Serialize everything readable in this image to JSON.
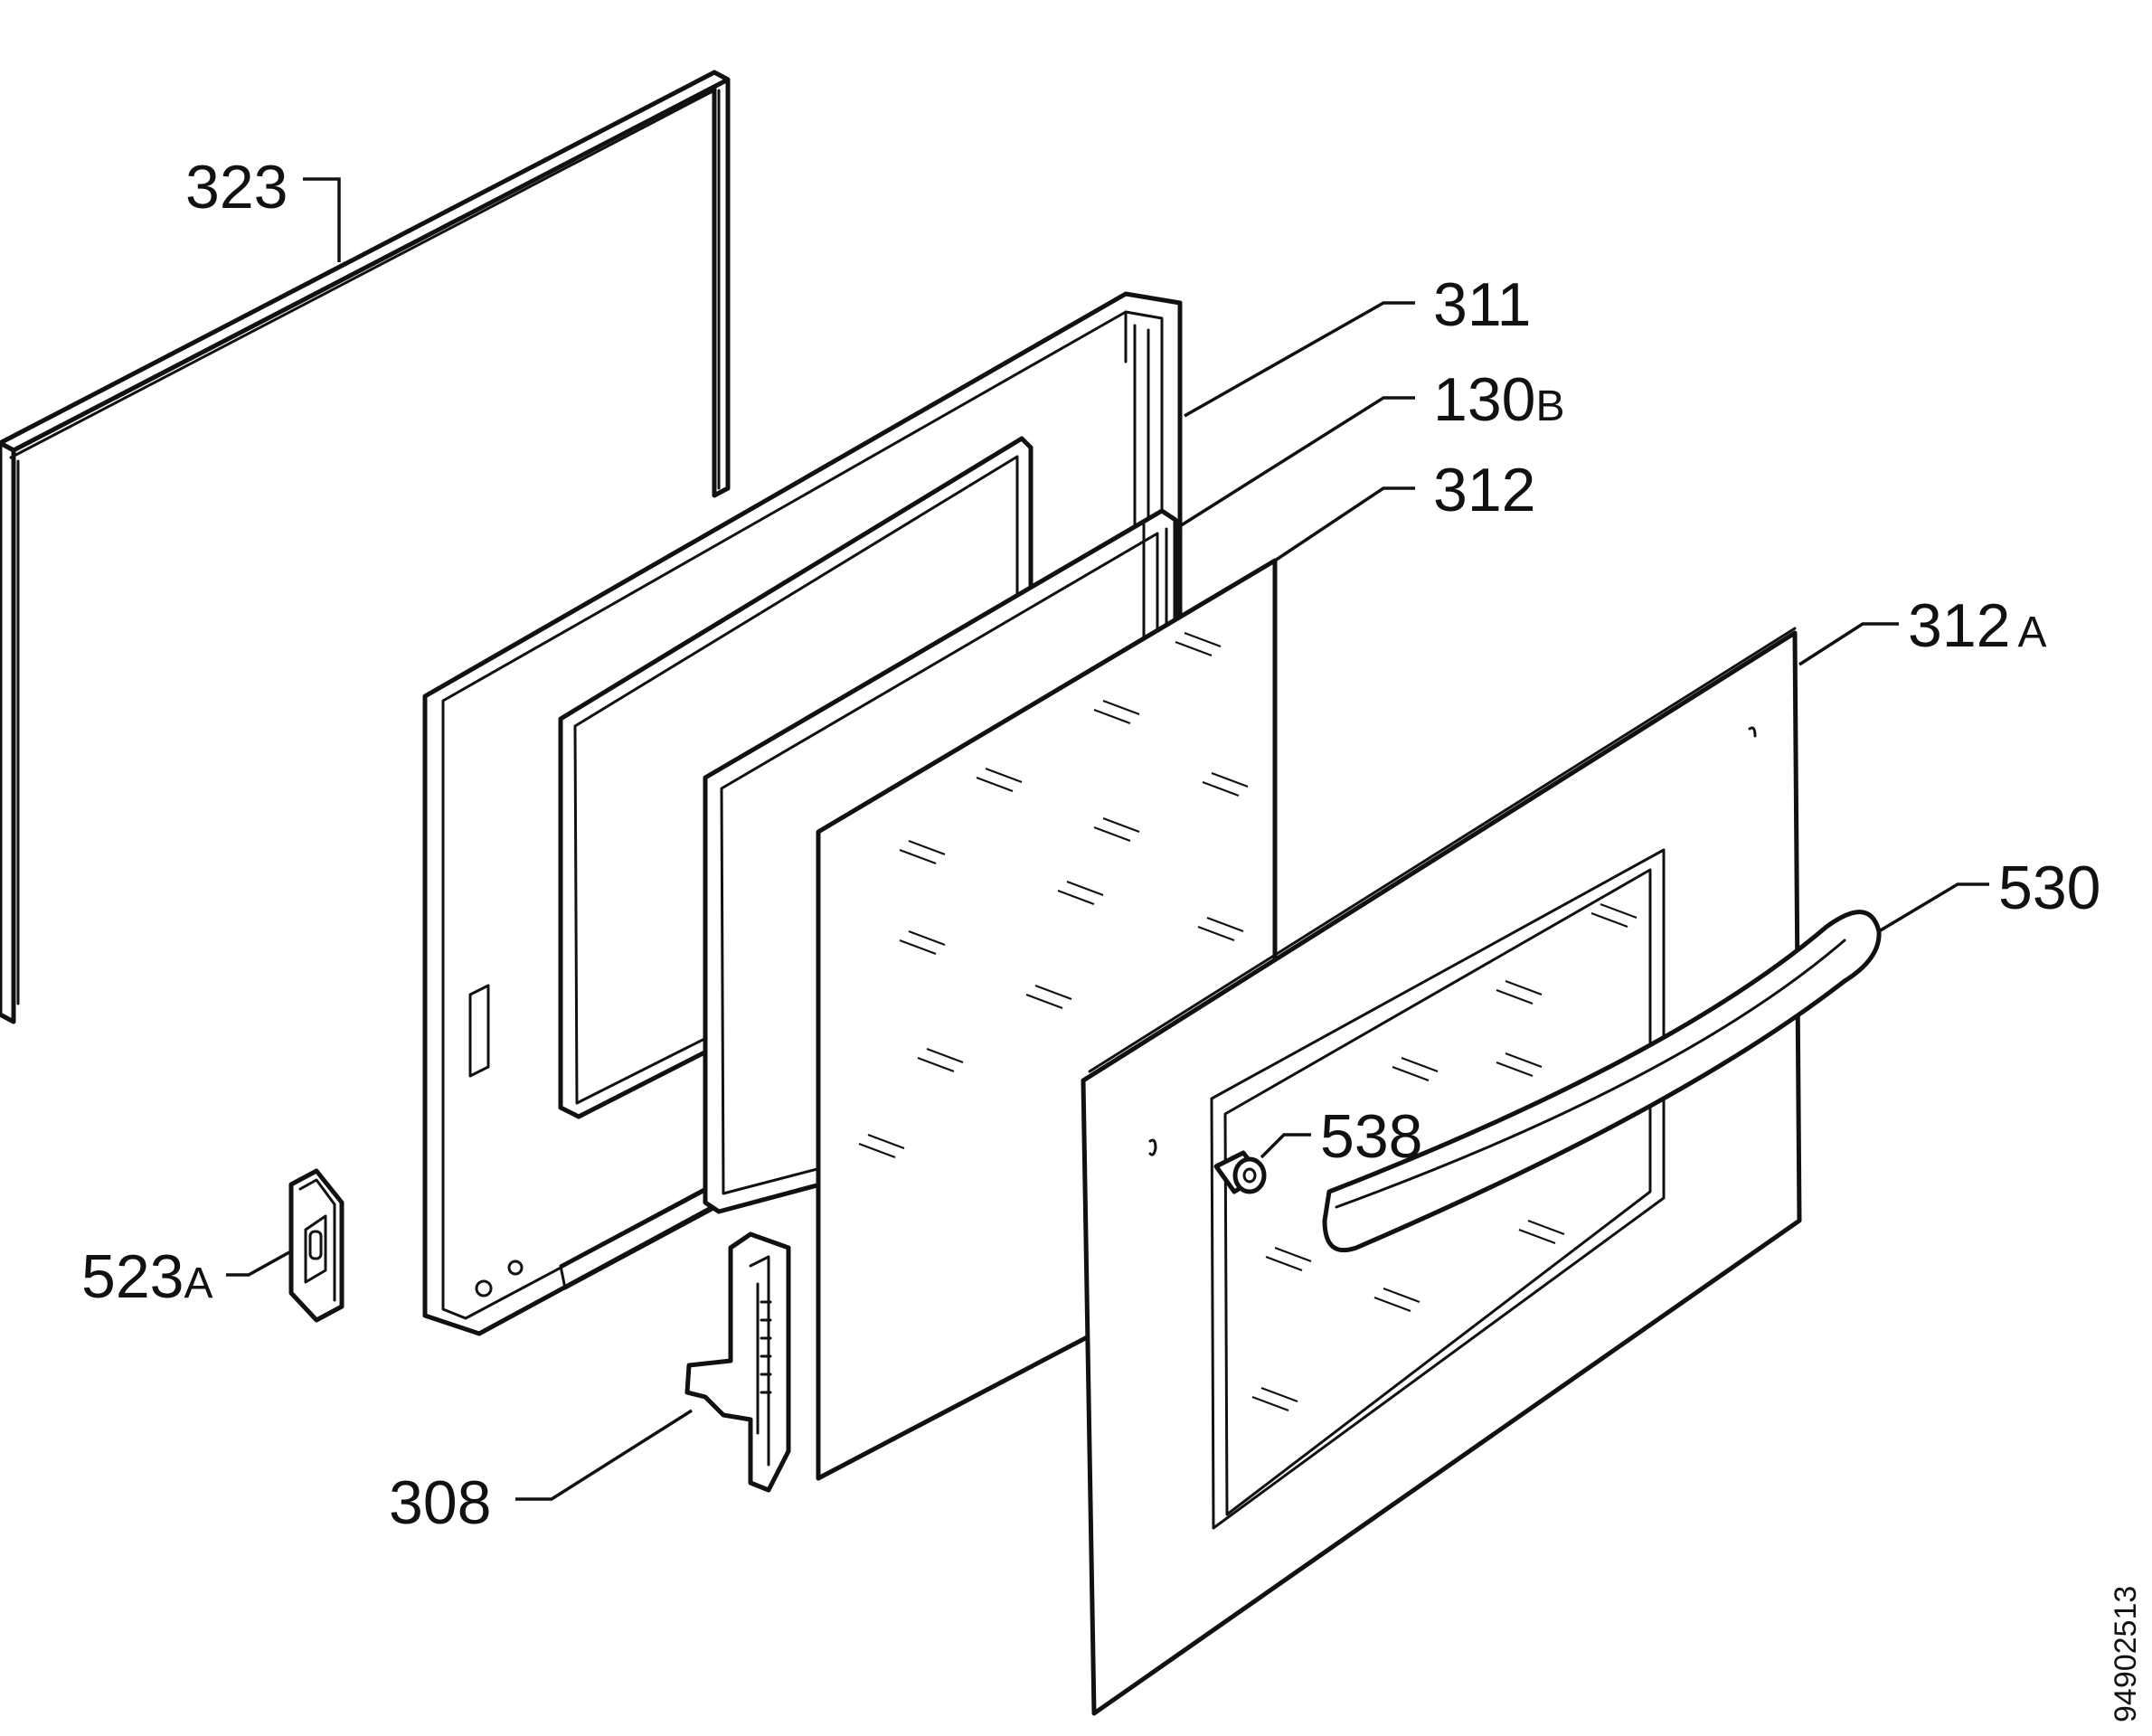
{
  "callouts": {
    "c323": {
      "number": "323",
      "suffix": ""
    },
    "c311": {
      "number": "311",
      "suffix": ""
    },
    "c130b": {
      "number": "130",
      "suffix": "B"
    },
    "c312": {
      "number": "312",
      "suffix": ""
    },
    "c312a": {
      "number": "312",
      "suffix": "A"
    },
    "c530": {
      "number": "530",
      "suffix": ""
    },
    "c538": {
      "number": "538",
      "suffix": ""
    },
    "c523a": {
      "number": "523",
      "suffix": "A"
    },
    "c308": {
      "number": "308",
      "suffix": ""
    }
  },
  "document_number": "94902513"
}
